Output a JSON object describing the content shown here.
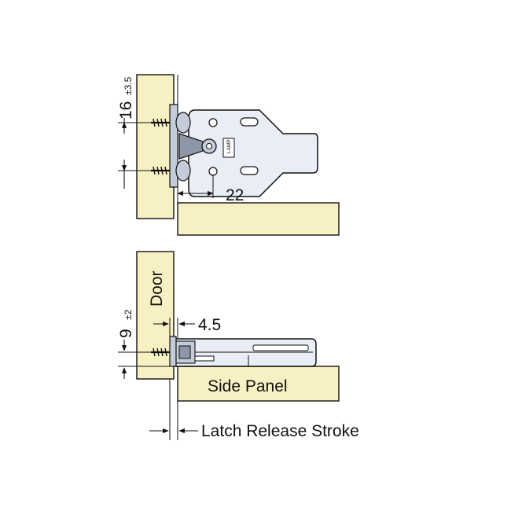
{
  "colors": {
    "wood": "#f7f0c3",
    "metal_light": "#e9edf5",
    "metal_mid": "#c5ccd9",
    "metal_dark": "#8e97a8",
    "line": "#111111"
  },
  "top_view": {
    "dim_height": "16",
    "dim_height_tolerance": "±3.5",
    "dim_offset": "22",
    "brand_mark": "LAMP"
  },
  "side_view": {
    "door_label": "Door",
    "dim_height": "9",
    "dim_height_tolerance": "±2",
    "dim_gap": "4.5",
    "panel_label": "Side Panel",
    "stroke_label": "Latch Release Stroke"
  }
}
